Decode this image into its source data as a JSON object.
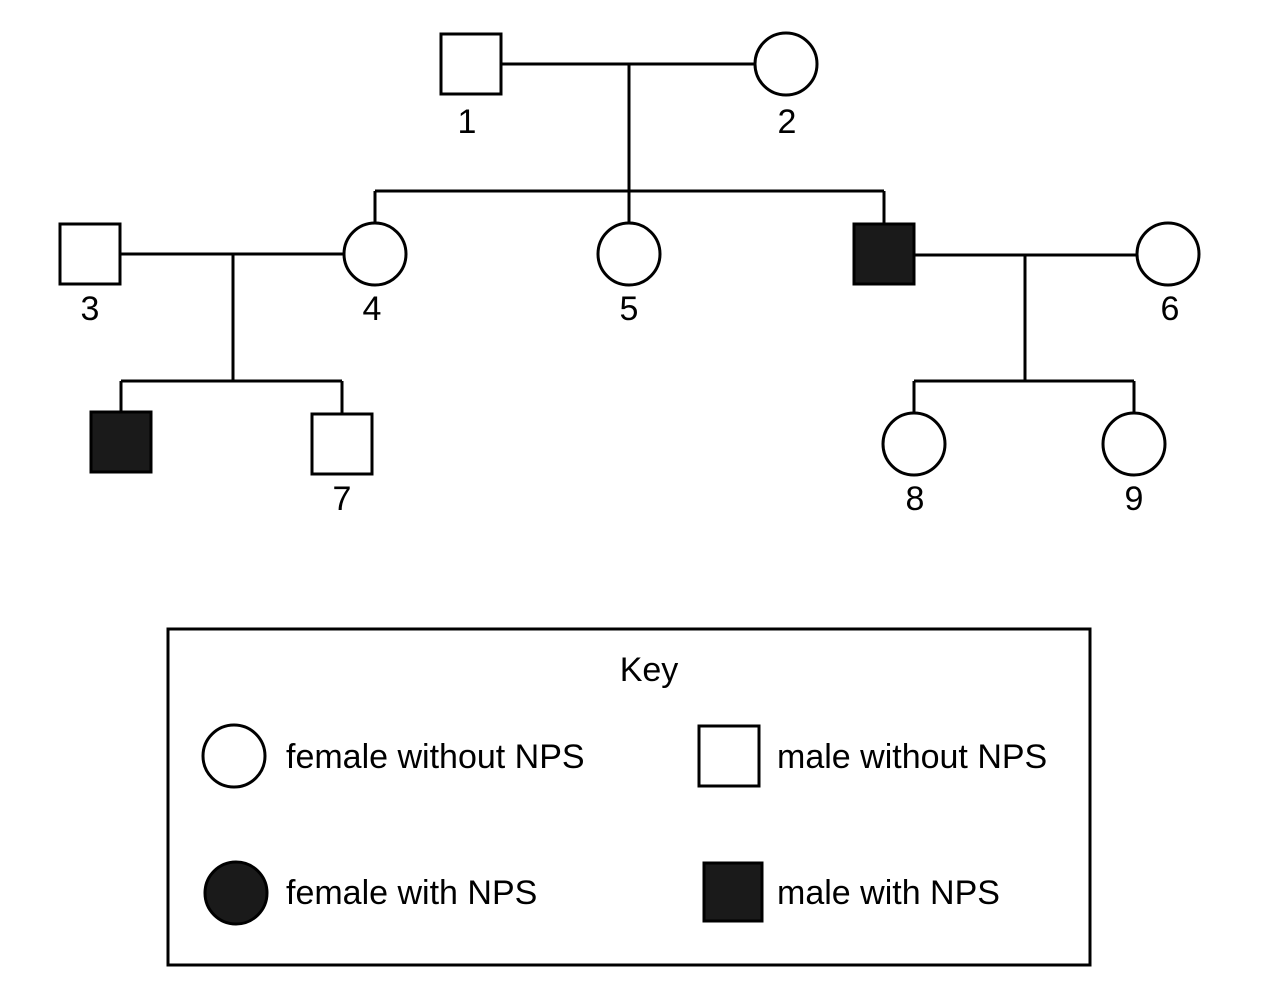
{
  "pedigree": {
    "individuals": [
      {
        "id": "p1",
        "label": "1",
        "sex": "male",
        "affected": false
      },
      {
        "id": "p2",
        "label": "2",
        "sex": "female",
        "affected": false
      },
      {
        "id": "p3",
        "label": "3",
        "sex": "male",
        "affected": false
      },
      {
        "id": "p4",
        "label": "4",
        "sex": "female",
        "affected": false
      },
      {
        "id": "p5",
        "label": "5",
        "sex": "female",
        "affected": false
      },
      {
        "id": "pA",
        "label": "",
        "sex": "male",
        "affected": true
      },
      {
        "id": "p6",
        "label": "6",
        "sex": "female",
        "affected": false
      },
      {
        "id": "pB",
        "label": "",
        "sex": "male",
        "affected": true
      },
      {
        "id": "p7",
        "label": "7",
        "sex": "male",
        "affected": false
      },
      {
        "id": "p8",
        "label": "8",
        "sex": "female",
        "affected": false
      },
      {
        "id": "p9",
        "label": "9",
        "sex": "female",
        "affected": false
      }
    ],
    "matings": [
      {
        "partners": [
          "p1",
          "p2"
        ],
        "children": [
          "p4",
          "p5",
          "pA"
        ]
      },
      {
        "partners": [
          "p3",
          "p4"
        ],
        "children": [
          "pB",
          "p7"
        ]
      },
      {
        "partners": [
          "pA",
          "p6"
        ],
        "children": [
          "p8",
          "p9"
        ]
      }
    ]
  },
  "key": {
    "title": "Key",
    "items": [
      {
        "symbol": "circle-open",
        "text": "female without NPS"
      },
      {
        "symbol": "square-open",
        "text": "male without NPS"
      },
      {
        "symbol": "circle-filled",
        "text": "female with NPS"
      },
      {
        "symbol": "square-filled",
        "text": "male with NPS"
      }
    ]
  },
  "colors": {
    "line": "#000000",
    "affected_fill": "#1a1a1a",
    "unaffected_fill": "#ffffff"
  }
}
